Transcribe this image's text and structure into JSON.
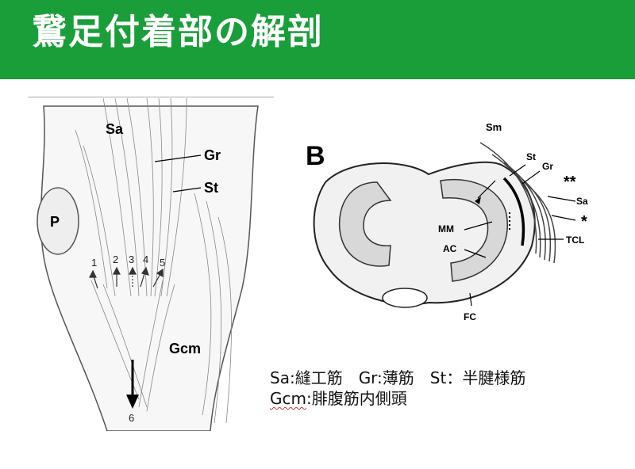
{
  "title": "鵞足付着部の解剖",
  "left_figure": {
    "labels": {
      "sa": "Sa",
      "gr": "Gr",
      "st": "St",
      "p": "P",
      "gcm": "Gcm"
    },
    "numbers": [
      "1",
      "2",
      "3",
      "4",
      "5",
      "6"
    ]
  },
  "right_figure": {
    "panel": "B",
    "labels": {
      "sm": "Sm",
      "st": "St",
      "gr": "Gr",
      "stars2": "**",
      "sa": "Sa",
      "star1": "*",
      "mm": "MM",
      "ac": "AC",
      "tcl": "TCL",
      "fc": "FC"
    }
  },
  "caption": {
    "line1": "Sa:縫工筋　Gr:薄筋　St：半腱様筋",
    "line2_abbr": "Gcm",
    "line2_rest": ":腓腹筋内側頭"
  },
  "colors": {
    "header": "#1a9e3a",
    "title_text": "#ffffff"
  }
}
